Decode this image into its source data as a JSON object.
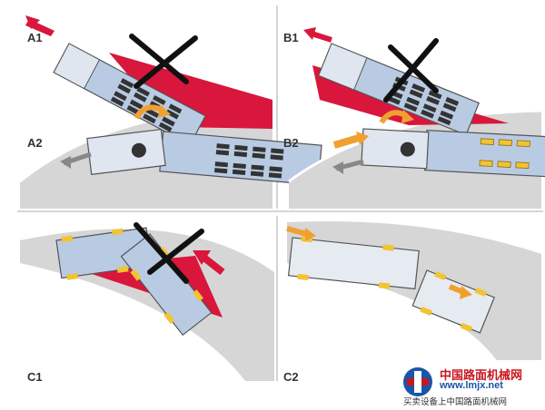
{
  "panels": {
    "a1": {
      "label": "A1"
    },
    "a2": {
      "label": "A2"
    },
    "b1": {
      "label": "B1"
    },
    "b2": {
      "label": "B2"
    },
    "c1": {
      "label": "C1"
    },
    "c2": {
      "label": "C2"
    }
  },
  "watermark": {
    "site_name": "中国路面机械网",
    "url": "www.lmjx.net",
    "tagline": "买卖设备上中国路面机械网"
  },
  "colors": {
    "warning_red": "#d9163c",
    "arrow_orange": "#f0a030",
    "tire_yellow": "#f2c431",
    "road_grey": "#d6d6d6",
    "vehicle_blue": "#b9cbe3",
    "divider": "#c7c7c7"
  }
}
